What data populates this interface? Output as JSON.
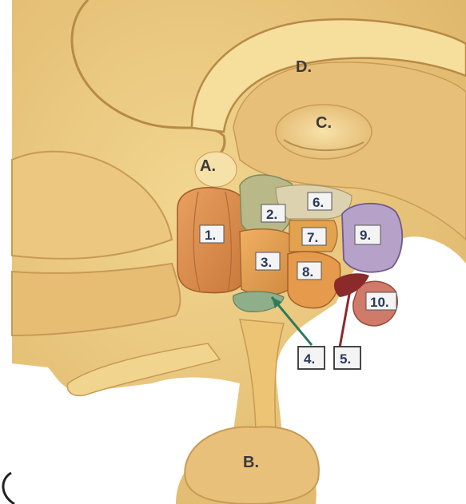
{
  "diagram": {
    "letter_labels": {
      "a": "A.",
      "b": "B.",
      "c": "C.",
      "d": "D."
    },
    "number_labels": {
      "n1": "1.",
      "n2": "2.",
      "n3": "3.",
      "n4": "4.",
      "n5": "5.",
      "n6": "6.",
      "n7": "7.",
      "n8": "8.",
      "n9": "9.",
      "n10": "10."
    }
  }
}
